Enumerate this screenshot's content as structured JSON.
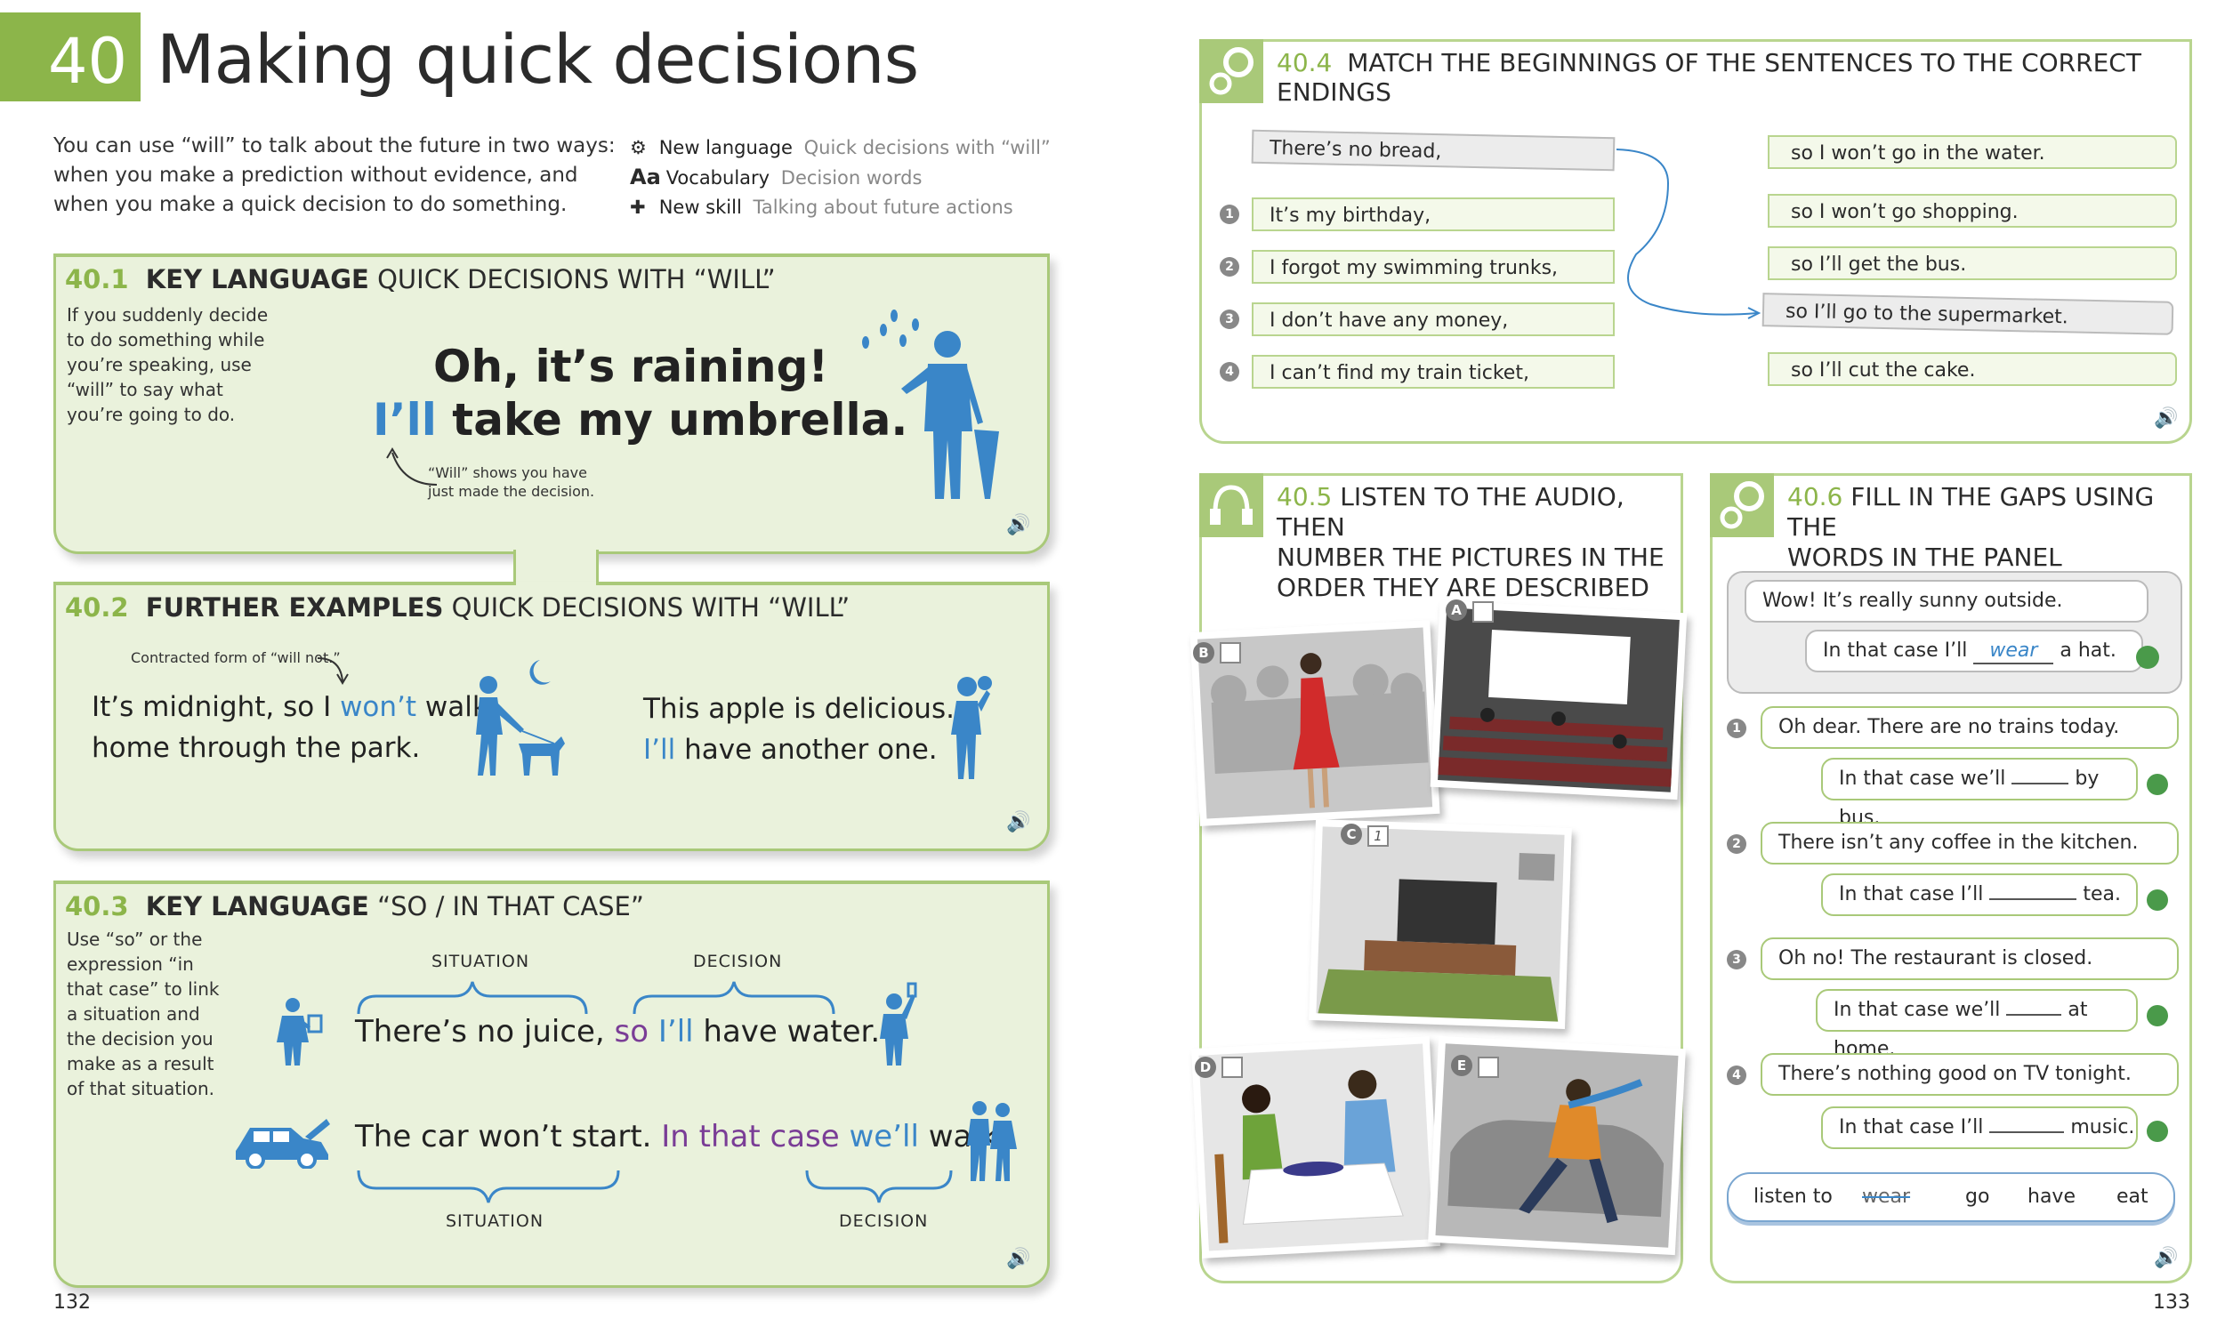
{
  "unit": {
    "number": "40",
    "title": "Making quick decisions",
    "intro": [
      "You can use “will” to talk about the future in two ways:",
      "when you make a prediction without evidence, and",
      "when you make a quick decision to do something."
    ],
    "objectives": [
      {
        "label": "New language",
        "value": "Quick decisions with “will”",
        "icon": "gear-icon"
      },
      {
        "label": "Vocabulary",
        "value": "Decision words",
        "icon": "aa-icon"
      },
      {
        "label": "New skill",
        "value": "Talking about future actions",
        "icon": "puzzle-icon"
      }
    ]
  },
  "s401": {
    "num": "40.1",
    "bold": "KEY LANGUAGE",
    "rest": "QUICK DECISIONS WITH “WILL”",
    "side": [
      "If you suddenly decide",
      "to do something while",
      "you’re speaking, use",
      "“will” to say what",
      "you’re going to do."
    ],
    "line1": "Oh, it’s raining!",
    "line2_blue": "I’ll",
    "line2_rest": "take my umbrella.",
    "note": [
      "“Will” shows you have",
      "just made the decision."
    ]
  },
  "s402": {
    "num": "40.2",
    "bold": "FURTHER EXAMPLES",
    "rest": "QUICK DECISIONS WITH “WILL”",
    "note": "Contracted form of “will not.”",
    "ex1_a": "It’s midnight, so I",
    "ex1_blue": "won’t",
    "ex1_b": "walk",
    "ex1_c": "home through the park.",
    "ex2_a": "This apple is delicious.",
    "ex2_blue": "I’ll",
    "ex2_b": "have another one."
  },
  "s403": {
    "num": "40.3",
    "bold": "KEY LANGUAGE",
    "rest": "“SO / IN THAT CASE”",
    "side": [
      "Use “so” or the",
      "expression “in",
      "that case” to link",
      "a situation and",
      "the decision you",
      "make as a result",
      "of that situation."
    ],
    "label_situation": "SITUATION",
    "label_decision": "DECISION",
    "s1_a": "There’s no juice,",
    "s1_purple": "so",
    "s1_blue": "I’ll",
    "s1_b": "have water.",
    "s2_a": "The car won’t start.",
    "s2_purple": "In that case",
    "s2_blue": "we’ll",
    "s2_b": "walk."
  },
  "s404": {
    "num": "40.4",
    "title": "MATCH THE BEGINNINGS OF THE SENTENCES TO THE CORRECT ENDINGS",
    "left": [
      "There’s no bread,",
      "It’s my birthday,",
      "I forgot my swimming trunks,",
      "I don’t have any money,",
      "I can’t find my train ticket,"
    ],
    "right": [
      "so I won’t go in the water.",
      "so I won’t go shopping.",
      "so I’ll get the bus.",
      "so I’ll go to the supermarket.",
      "so I’ll cut the cake."
    ],
    "nums": [
      "1",
      "2",
      "3",
      "4"
    ]
  },
  "s405": {
    "num": "40.5",
    "title": [
      "LISTEN TO THE AUDIO, THEN",
      "NUMBER THE PICTURES IN THE",
      "ORDER THEY ARE DESCRIBED"
    ],
    "labels": [
      "A",
      "B",
      "C",
      "D",
      "E"
    ],
    "example_answer": "1"
  },
  "s406": {
    "num": "40.6",
    "title": [
      "FILL IN THE GAPS USING THE",
      "WORDS IN THE PANEL"
    ],
    "example_q": "Wow! It’s really sunny outside.",
    "example_a1": "In that case I’ll",
    "example_gap": "wear",
    "example_a2": "a hat.",
    "items": [
      {
        "num": "1",
        "q": "Oh dear. There are no trains today.",
        "a1": "In that case we’ll",
        "a2": "by bus."
      },
      {
        "num": "2",
        "q": "There isn’t any coffee in the kitchen.",
        "a1": "In that case I’ll",
        "a2": "tea."
      },
      {
        "num": "3",
        "q": "Oh no! The restaurant is closed.",
        "a1": "In that case we’ll",
        "a2": "at home."
      },
      {
        "num": "4",
        "q": "There’s nothing good on TV tonight.",
        "a1": "In that case I’ll",
        "a2": "music."
      }
    ],
    "panel_words": [
      "listen to",
      "wear",
      "go",
      "have",
      "eat"
    ]
  },
  "pages": {
    "left": "132",
    "right": "133"
  },
  "colors": {
    "green": "#8cb54a",
    "panel": "#eaf2dc",
    "blue": "#3a86c8",
    "purple": "#7a3d96"
  }
}
